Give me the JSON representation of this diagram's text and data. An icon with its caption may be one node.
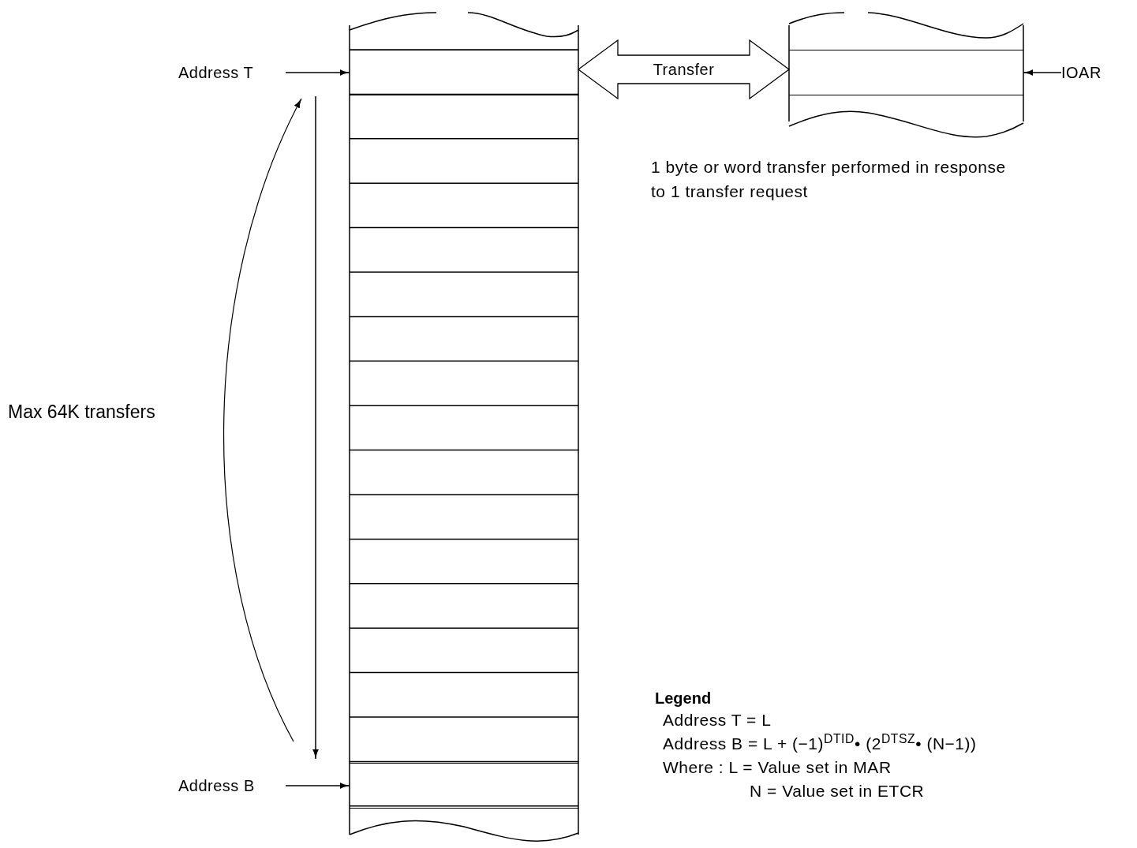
{
  "diagram": {
    "nodes": [
      {
        "text": [
          "Address T"
        ]
      },
      {
        "text": [],
        "shape": "tape"
      },
      {
        "text": [],
        "shape": "box",
        "in": 1
      },
      {
        "text": [],
        "shape": "tape"
      },
      {
        "text": [],
        "shape": "box",
        "in": 3
      },
      {
        "text": [
          "IOAR"
        ]
      },
      {
        "text": [
          "Address B"
        ]
      },
      {
        "text": [],
        "shape": "box",
        "in": 1
      }
    ],
    "edges": [
      {
        "from": 0,
        "to": 2,
        "arrow": "to"
      },
      {
        "from": 1,
        "to": 3,
        "arrow": "both",
        "label": "Transfer",
        "style": "thick"
      },
      {
        "from": 5,
        "to": 4,
        "arrow": "to"
      },
      {
        "from": 6,
        "to": 7,
        "arrow": "to"
      }
    ],
    "labels": [
      "1 byte or word transfer performed in response to 1 transfer request",
      "Max 64K transfers",
      "Legend"
    ],
    "legend": [
      {
        "text": "Address T = L"
      },
      {
        "text": "Address B = L + (−1)$^{DTID}$• (2$^{DTSZ}$• (N−1))"
      },
      {
        "text": "Where : L = Value set in MAR"
      },
      {
        "text": "N = Value set in ETCR"
      }
    ]
  }
}
